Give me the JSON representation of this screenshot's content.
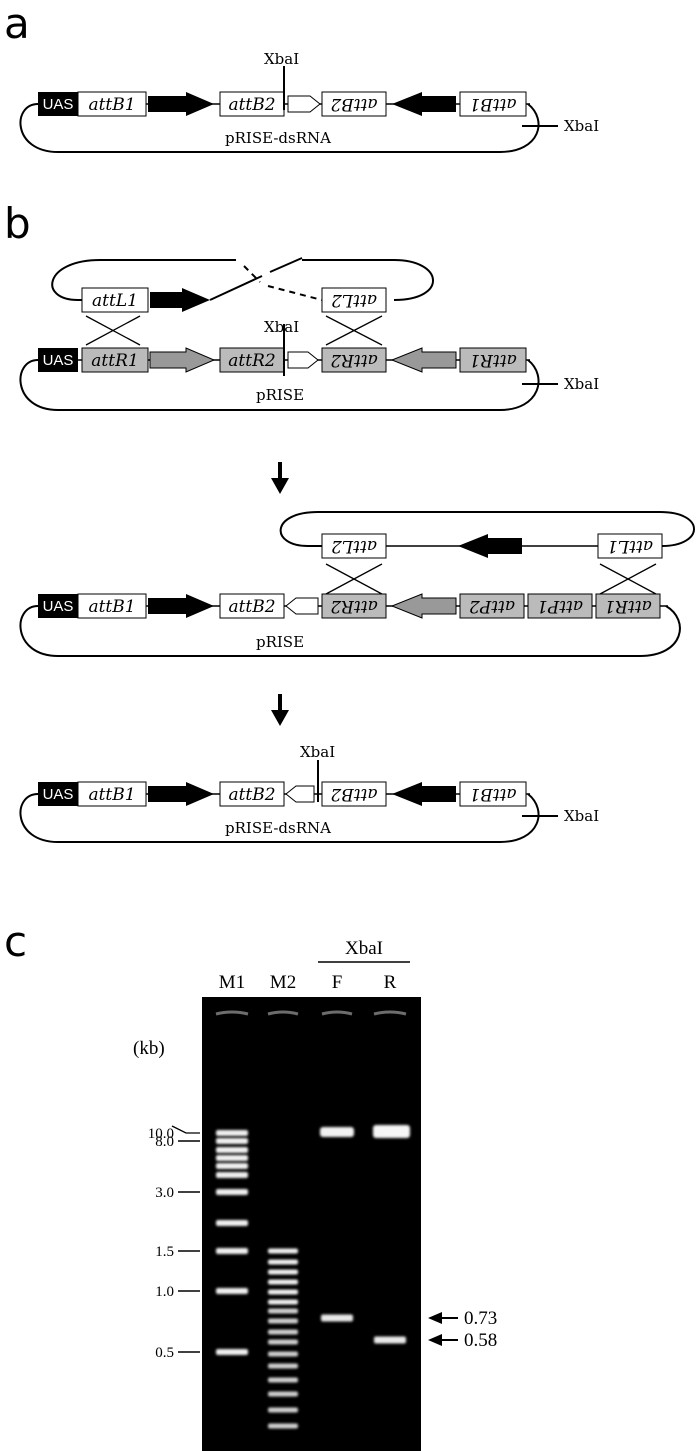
{
  "panels": {
    "a": {
      "letter": "a",
      "uas": "UAS",
      "boxes": [
        "attB1",
        "attB2",
        "attB2",
        "attB1"
      ],
      "xba_top": "XbaI",
      "xba_right": "XbaI",
      "plasmid": "pRISE-dsRNA"
    },
    "b": {
      "letter": "b",
      "step1": {
        "donor_boxes": [
          "attL1",
          "attL2"
        ],
        "uas": "UAS",
        "boxes": [
          "attR1",
          "attR2",
          "attR2",
          "attR1"
        ],
        "xba_top": "XbaI",
        "xba_right": "XbaI",
        "plasmid": "pRISE"
      },
      "step2": {
        "donor_boxes": [
          "attL2",
          "attL1"
        ],
        "uas": "UAS",
        "boxes": [
          "attB1",
          "attB2",
          "attR2",
          "attP2",
          "attP1",
          "attR1"
        ],
        "plasmid": "pRISE"
      },
      "step3": {
        "uas": "UAS",
        "boxes": [
          "attB1",
          "attB2",
          "attB2",
          "attB1"
        ],
        "xba_top": "XbaI",
        "xba_right": "XbaI",
        "plasmid": "pRISE-dsRNA"
      }
    },
    "c": {
      "letter": "c",
      "enzyme": "XbaI",
      "lanes": [
        "M1",
        "M2",
        "F",
        "R"
      ],
      "unit": "(kb)",
      "markers": [
        "10.0",
        "8.0",
        "3.0",
        "1.5",
        "1.0",
        "0.5"
      ],
      "bands": [
        {
          "lane": "F",
          "size_kb": 0.73,
          "label": "0.73"
        },
        {
          "lane": "R",
          "size_kb": 0.58,
          "label": "0.58"
        }
      ]
    }
  },
  "colors": {
    "gray_fill": "#bbbbbb",
    "gel": "#000000",
    "band": "#f2f2f2"
  }
}
